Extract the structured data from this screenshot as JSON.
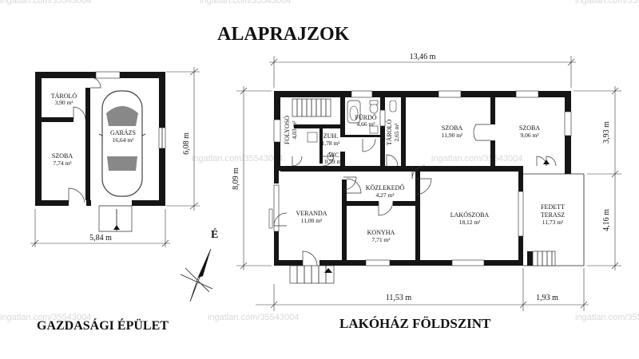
{
  "title": "ALAPRAJZOK",
  "captions": {
    "left": "GAZDASÁGI ÉPÜLET",
    "right": "LAKÓHÁZ FÖLDSZINT"
  },
  "north_label": "É",
  "watermark": "ingatlan.com/35543004",
  "watermark_bottom": "ingatlan.com/35543004",
  "dimensions": {
    "outbuilding_width": "5,84 m",
    "outbuilding_depth": "6,08 m",
    "house_total_width": "13,46 m",
    "house_depth": "8,09 m",
    "house_main_width": "11,53 m",
    "terrace_width": "1,93 m",
    "right_upper": "3,93 m",
    "right_lower": "4,16 m"
  },
  "rooms": {
    "tarolo_out": {
      "name": "TÁROLÓ",
      "area": "3,90 m²"
    },
    "szoba_out": {
      "name": "SZOBA",
      "area": "7,74 m²"
    },
    "garazs": {
      "name": "GARÁZS",
      "area": "16,64 m²"
    },
    "folyoso": {
      "name": "FOLYOSÓ",
      "area": "4,03 m²"
    },
    "furdo": {
      "name": "FÜRDŐ",
      "area": "4,66 m²"
    },
    "zuh": {
      "name": "ZUH.",
      "area": "1,78 m²"
    },
    "wc": {
      "name": "WC",
      "area": "0,59 m²"
    },
    "tarolo_in": {
      "name": "TÁROLÓ",
      "area": "2,65 m²"
    },
    "szoba1": {
      "name": "SZOBA",
      "area": "11,90 m²"
    },
    "szoba2": {
      "name": "SZOBA",
      "area": "9,06 m²"
    },
    "kozlekedo": {
      "name": "KÖZLEKEDŐ",
      "area": "4,27 m²"
    },
    "veranda": {
      "name": "VERANDA",
      "area": "11,00 m²"
    },
    "konyha": {
      "name": "KONYHA",
      "area": "7,71 m²"
    },
    "lakoszoba": {
      "name": "LAKÓSZOBA",
      "area": "18,12 m²"
    },
    "fedett_terasz": {
      "name": "FEDETT",
      "name2": "TERASZ",
      "area": "11,73 m²"
    }
  }
}
